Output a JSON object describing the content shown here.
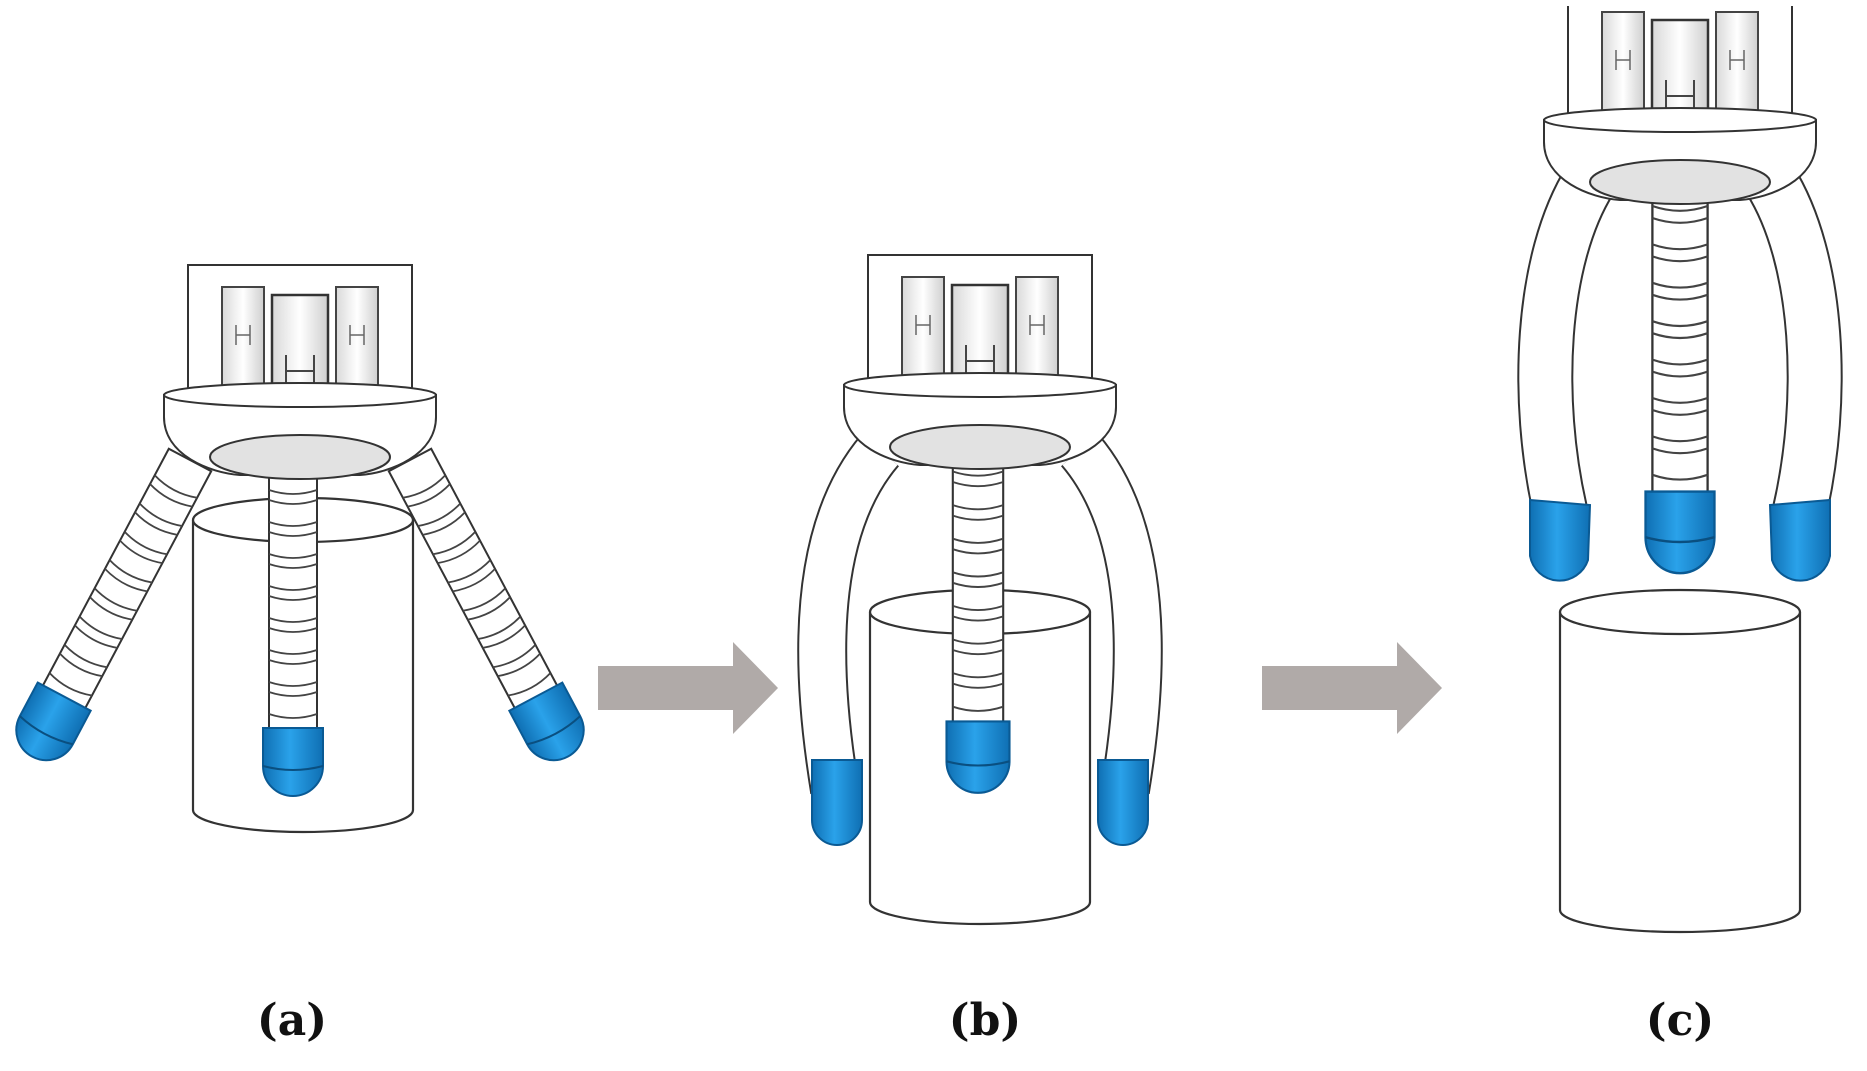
{
  "figure": {
    "panels": [
      {
        "id": "a",
        "label": "(a)"
      },
      {
        "id": "b",
        "label": "(b)"
      },
      {
        "id": "c",
        "label": "(c)"
      }
    ]
  },
  "colors": {
    "fingertip": "#1e8fd8",
    "fingertip_dark": "#0f6fb3",
    "arrow": "#b0aaa8",
    "outline": "#333333",
    "body": "#ffffff",
    "shade": "#e6e6e6"
  }
}
